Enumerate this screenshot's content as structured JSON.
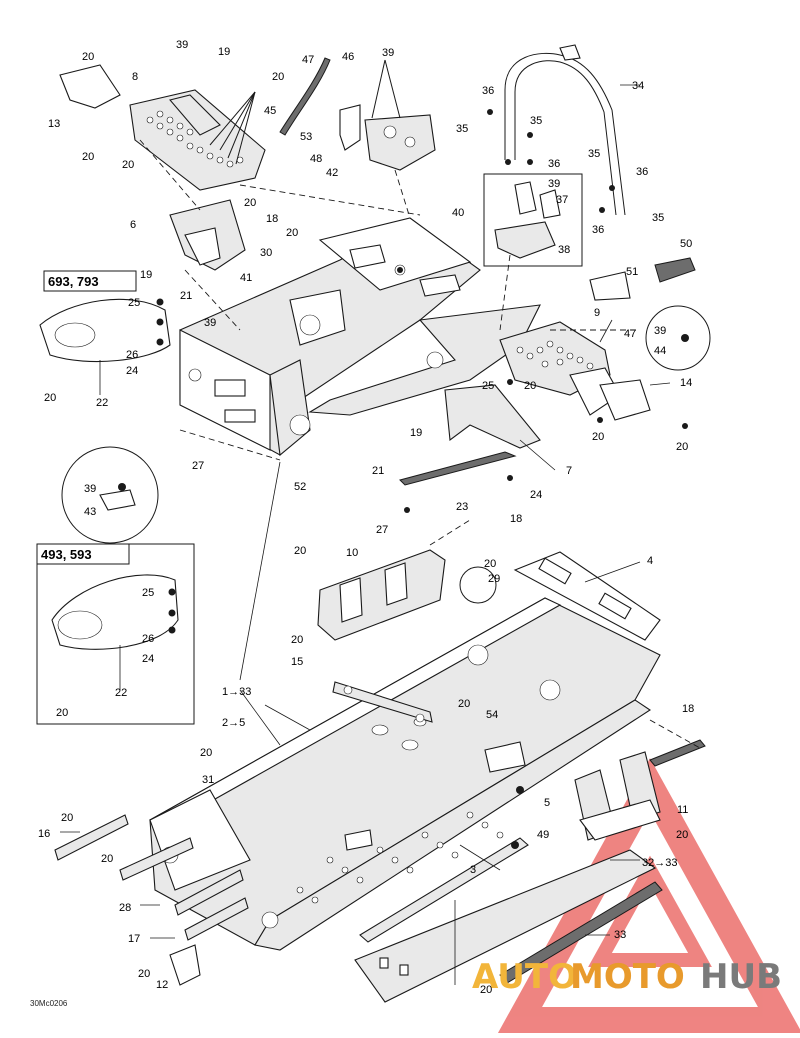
{
  "diagram": {
    "document_code": "30Mc0206",
    "variant_boxes": [
      "693, 793",
      "493, 593"
    ],
    "callouts": [
      {
        "id": "c01",
        "text": "20"
      },
      {
        "id": "c02",
        "text": "39"
      },
      {
        "id": "c03",
        "text": "19"
      },
      {
        "id": "c04",
        "text": "8"
      },
      {
        "id": "c05",
        "text": "20"
      },
      {
        "id": "c06",
        "text": "13"
      },
      {
        "id": "c07",
        "text": "20"
      },
      {
        "id": "c08",
        "text": "20"
      },
      {
        "id": "c09",
        "text": "47"
      },
      {
        "id": "c10",
        "text": "46"
      },
      {
        "id": "c11",
        "text": "45"
      },
      {
        "id": "c12",
        "text": "53"
      },
      {
        "id": "c13",
        "text": "48"
      },
      {
        "id": "c14",
        "text": "39"
      },
      {
        "id": "c15",
        "text": "42"
      },
      {
        "id": "c16",
        "text": "34"
      },
      {
        "id": "c17",
        "text": "36"
      },
      {
        "id": "c18",
        "text": "35"
      },
      {
        "id": "c19",
        "text": "35"
      },
      {
        "id": "c20",
        "text": "36"
      },
      {
        "id": "c21",
        "text": "35"
      },
      {
        "id": "c22",
        "text": "36"
      },
      {
        "id": "c23",
        "text": "35"
      },
      {
        "id": "c24",
        "text": "36"
      },
      {
        "id": "c25",
        "text": "39"
      },
      {
        "id": "c26",
        "text": "37"
      },
      {
        "id": "c27",
        "text": "38"
      },
      {
        "id": "c28",
        "text": "20"
      },
      {
        "id": "c29",
        "text": "6"
      },
      {
        "id": "c30",
        "text": "18"
      },
      {
        "id": "c31",
        "text": "20"
      },
      {
        "id": "c32",
        "text": "30"
      },
      {
        "id": "c33",
        "text": "40"
      },
      {
        "id": "c34",
        "text": "19"
      },
      {
        "id": "c35",
        "text": "21"
      },
      {
        "id": "c36",
        "text": "41"
      },
      {
        "id": "c37",
        "text": "25"
      },
      {
        "id": "c38",
        "text": "26"
      },
      {
        "id": "c39",
        "text": "24"
      },
      {
        "id": "c40",
        "text": "39"
      },
      {
        "id": "c41",
        "text": "20"
      },
      {
        "id": "c42",
        "text": "22"
      },
      {
        "id": "c43",
        "text": "50"
      },
      {
        "id": "c44",
        "text": "51"
      },
      {
        "id": "c45",
        "text": "9"
      },
      {
        "id": "c46",
        "text": "47"
      },
      {
        "id": "c47",
        "text": "39"
      },
      {
        "id": "c48",
        "text": "44"
      },
      {
        "id": "c49",
        "text": "25"
      },
      {
        "id": "c50",
        "text": "20"
      },
      {
        "id": "c51",
        "text": "14"
      },
      {
        "id": "c52",
        "text": "20"
      },
      {
        "id": "c53",
        "text": "20"
      },
      {
        "id": "c54",
        "text": "19"
      },
      {
        "id": "c55",
        "text": "7"
      },
      {
        "id": "c56",
        "text": "27"
      },
      {
        "id": "c57",
        "text": "21"
      },
      {
        "id": "c58",
        "text": "52"
      },
      {
        "id": "c59",
        "text": "39"
      },
      {
        "id": "c60",
        "text": "43"
      },
      {
        "id": "c61",
        "text": "23"
      },
      {
        "id": "c62",
        "text": "24"
      },
      {
        "id": "c63",
        "text": "27"
      },
      {
        "id": "c64",
        "text": "18"
      },
      {
        "id": "c65",
        "text": "20"
      },
      {
        "id": "c66",
        "text": "10"
      },
      {
        "id": "c67",
        "text": "20"
      },
      {
        "id": "c68",
        "text": "29"
      },
      {
        "id": "c69",
        "text": "4"
      },
      {
        "id": "c70",
        "text": "25"
      },
      {
        "id": "c71",
        "text": "26"
      },
      {
        "id": "c72",
        "text": "24"
      },
      {
        "id": "c73",
        "text": "22"
      },
      {
        "id": "c74",
        "text": "20"
      },
      {
        "id": "c75",
        "text": "20"
      },
      {
        "id": "c76",
        "text": "15"
      },
      {
        "id": "c77",
        "text": "1→33"
      },
      {
        "id": "c78",
        "text": "20"
      },
      {
        "id": "c79",
        "text": "2→5"
      },
      {
        "id": "c80",
        "text": "54"
      },
      {
        "id": "c81",
        "text": "18"
      },
      {
        "id": "c82",
        "text": "20"
      },
      {
        "id": "c83",
        "text": "31"
      },
      {
        "id": "c84",
        "text": "5"
      },
      {
        "id": "c85",
        "text": "11"
      },
      {
        "id": "c86",
        "text": "20"
      },
      {
        "id": "c87",
        "text": "16"
      },
      {
        "id": "c88",
        "text": "20"
      },
      {
        "id": "c89",
        "text": "49"
      },
      {
        "id": "c90",
        "text": "20"
      },
      {
        "id": "c91",
        "text": "3"
      },
      {
        "id": "c92",
        "text": "32→33"
      },
      {
        "id": "c93",
        "text": "28"
      },
      {
        "id": "c94",
        "text": "17"
      },
      {
        "id": "c95",
        "text": "33"
      },
      {
        "id": "c96",
        "text": "20"
      },
      {
        "id": "c97",
        "text": "12"
      },
      {
        "id": "c98",
        "text": "20"
      }
    ],
    "watermark": {
      "part1": "AUTO",
      "part2": "MOTO",
      "part3": "HUB",
      "color1": "#f2b53a",
      "color2": "#e89a2c",
      "color3": "#7a7a7a",
      "triangle_color": "#e53935"
    }
  }
}
